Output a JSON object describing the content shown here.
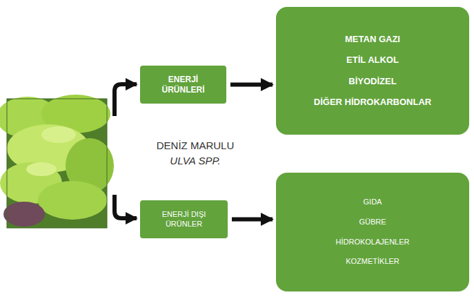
{
  "diagram": {
    "nodes": [
      {
        "text": [
          "ENERJİ ÜRÜNLERİ"
        ]
      },
      {
        "text": [
          "METAN GAZI",
          "ETİL ALKOL",
          "BİYODİZEL",
          "DİĞER HİDROKARBONLAR"
        ]
      },
      {
        "text": [
          "ENERJİ DIŞI ÜRÜNLER"
        ]
      },
      {
        "text": [
          "GIDA",
          "GÜBRE",
          "HİDROKOLAJENLER",
          "KOZMETİKLER"
        ]
      }
    ],
    "edges": [
      {
        "from": 0,
        "to": 1,
        "arrow": "to"
      },
      {
        "from": 2,
        "to": 3,
        "arrow": "to"
      }
    ],
    "labels": [
      "DENİZ MARULU",
      "ULVA SPP."
    ]
  }
}
